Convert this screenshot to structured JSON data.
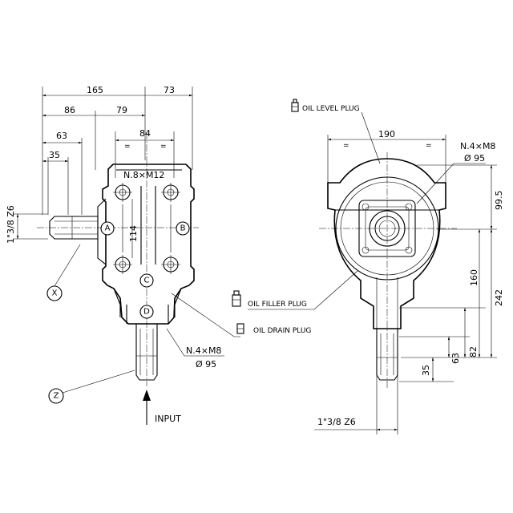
{
  "left_view": {
    "dims": {
      "d165": "165",
      "d73": "73",
      "d86": "86",
      "d79": "79",
      "d63": "63",
      "d84": "84",
      "d35": "35",
      "d114": "114",
      "eq": "="
    },
    "bolt_pattern_label": "N.8×M12",
    "shaft_spec": "1\"3/8 Z6",
    "callouts": [
      "A",
      "B",
      "C",
      "D"
    ],
    "axis_labels": [
      "X",
      "Z"
    ],
    "input_flange": {
      "bolts": "N.4×M8",
      "diameter": "Ø 95"
    },
    "input_label": "INPUT"
  },
  "right_view": {
    "dims": {
      "d190": "190",
      "d99_5": "99.5",
      "d160": "160",
      "d242": "242",
      "d82": "82",
      "d63": "63",
      "d35": "35",
      "eq": "="
    },
    "top_flange": {
      "bolts": "N.4×M8",
      "diameter": "Ø 95"
    },
    "shaft_spec": "1\"3/8 Z6"
  },
  "plugs": {
    "level": "OIL LEVEL PLUG",
    "filler": "OIL FILLER PLUG",
    "drain": "OIL DRAIN PLUG"
  }
}
